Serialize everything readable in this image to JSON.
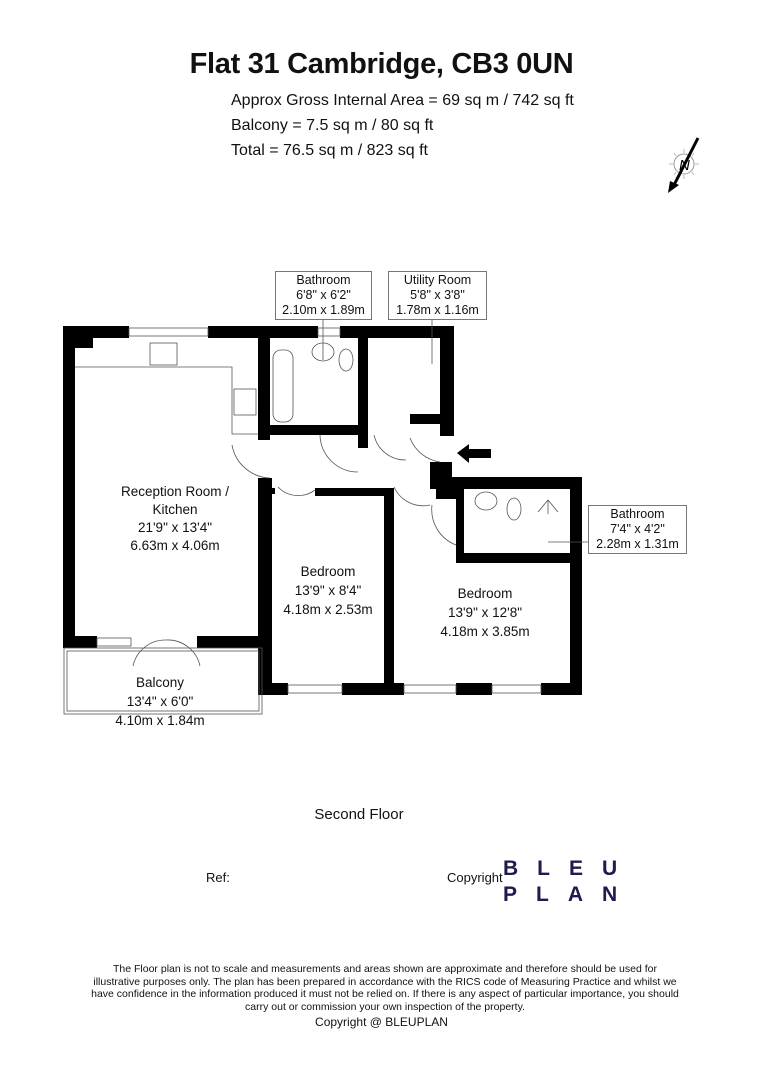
{
  "header": {
    "title": "Flat 31 Cambridge, CB3 0UN",
    "areas": [
      "Approx Gross Internal Area = 69 sq m / 742 sq ft",
      "Balcony = 7.5 sq m / 80 sq ft",
      "Total = 76.5 sq m / 823 sq ft"
    ]
  },
  "compass": {
    "label": "N"
  },
  "rooms": {
    "bathroom_top": {
      "name": "Bathroom",
      "imperial": "6'8\" x 6'2\"",
      "metric": "2.10m x 1.89m"
    },
    "utility": {
      "name": "Utility Room",
      "imperial": "5'8\" x 3'8\"",
      "metric": "1.78m x 1.16m"
    },
    "reception": {
      "name_line1": "Reception Room /",
      "name_line2": "Kitchen",
      "imperial": "21'9\" x 13'4\"",
      "metric": "6.63m x 4.06m"
    },
    "bedroom_small": {
      "name": "Bedroom",
      "imperial": "13'9\" x 8'4\"",
      "metric": "4.18m x 2.53m"
    },
    "bedroom_large": {
      "name": "Bedroom",
      "imperial": "13'9\" x 12'8\"",
      "metric": "4.18m x 3.85m"
    },
    "bathroom_right": {
      "name": "Bathroom",
      "imperial": "7'4\" x 4'2\"",
      "metric": "2.28m x 1.31m"
    },
    "balcony": {
      "name": "Balcony",
      "imperial": "13'4\" x 6'0\"",
      "metric": "4.10m x 1.84m"
    }
  },
  "floor_label": "Second Floor",
  "footer": {
    "ref_label": "Ref:",
    "copyright_label": "Copyright",
    "logo_line1": "BLEU",
    "logo_line2": "PLAN",
    "logo_color": "#1d1b4f",
    "disclaimer": "The Floor plan is not to scale and measurements and areas shown are approximate and therefore should be used for illustrative purposes only. The plan has been prepared in accordance with the RICS code of Measuring Practice and whilst we have confidence in the information produced it must not be relied on. If there is any aspect of particular importance, you should carry out or commission your own inspection of the property.",
    "copyright_line": "Copyright @ BLEUPLAN"
  }
}
